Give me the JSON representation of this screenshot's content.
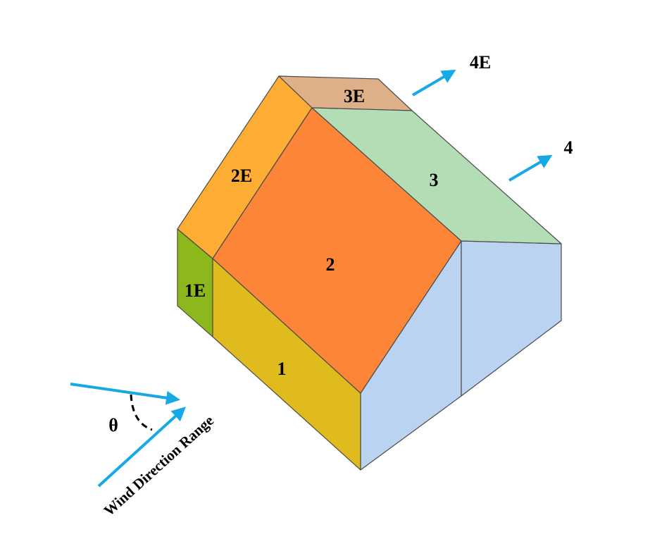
{
  "zones": {
    "z1": {
      "label": "1",
      "color": "#E0BB1E"
    },
    "z1e": {
      "label": "1E",
      "color": "#8DB81B"
    },
    "z2": {
      "label": "2",
      "color": "#FD8537"
    },
    "z2e": {
      "label": "2E",
      "color": "#FDAD33"
    },
    "z3": {
      "label": "3",
      "color": "#B2DDB5"
    },
    "z3e": {
      "label": "3E",
      "color": "#DDB08A"
    }
  },
  "walls": {
    "color": "#BAD3F1"
  },
  "arrows": {
    "color": "#17A9E5",
    "zone4_label": "4",
    "zone4e_label": "4E"
  },
  "wind": {
    "range_label": "Wind Direction Range",
    "angle_symbol": "θ"
  }
}
